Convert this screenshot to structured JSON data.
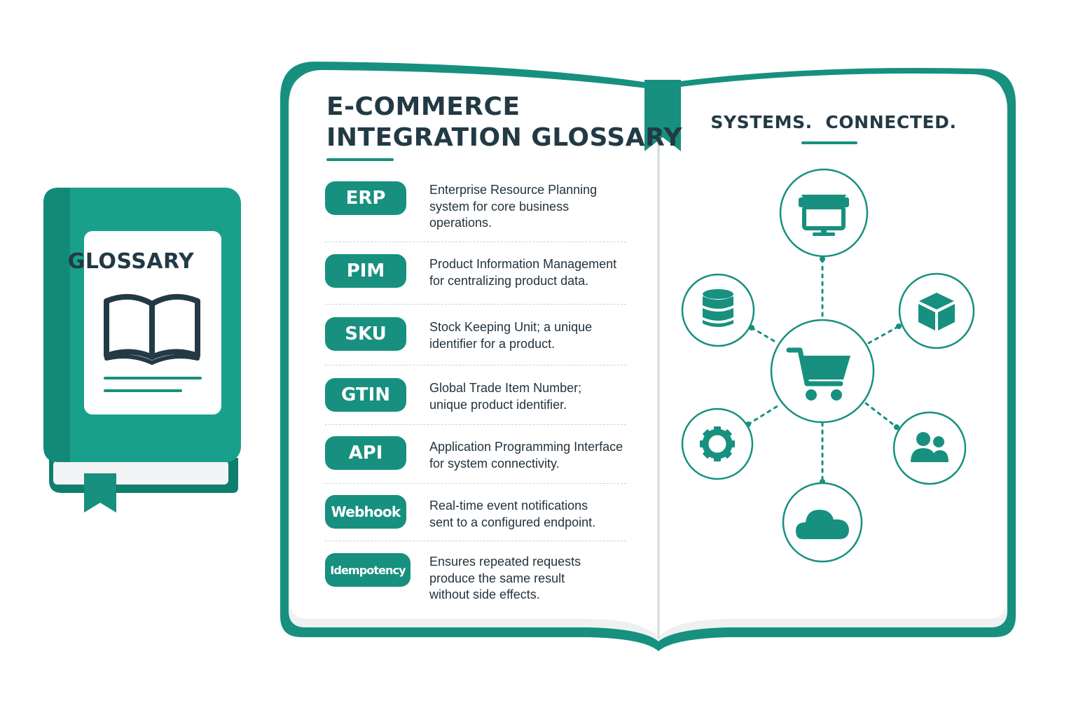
{
  "closed_book": {
    "cover_label": "GLOSSARY",
    "icons": [
      "open-book-icon",
      "bookmark-ribbon-icon"
    ]
  },
  "glossary": {
    "title_line1": "E-COMMERCE",
    "title_line2": "INTEGRATION GLOSSARY",
    "terms": [
      {
        "term": "ERP",
        "definition": "Enterprise Resource Planning system for core business operations."
      },
      {
        "term": "PIM",
        "definition": "Product Information Management for centralizing product data."
      },
      {
        "term": "SKU",
        "definition": "Stock Keeping Unit; a unique identifier for a product."
      },
      {
        "term": "GTIN",
        "definition": "Global Trade Item Number; unique product identifier."
      },
      {
        "term": "API",
        "definition": "Application Programming Interface for system connectivity."
      },
      {
        "term": "Webhook",
        "definition": "Real-time event notifications sent to a configured endpoint."
      },
      {
        "term": "Idempotency",
        "definition": "Ensures repeated requests produce the same result without side effects."
      }
    ]
  },
  "network": {
    "heading": "SYSTEMS.  CONNECTED.",
    "hub_icon": "shopping-cart-icon",
    "nodes": [
      "storefront-icon",
      "database-icon",
      "package-icon",
      "gear-icon",
      "users-icon",
      "cloud-icon"
    ]
  },
  "colors": {
    "teal": "#17907f",
    "teal_dark": "#0f7e6c",
    "text_dark": "#233a45",
    "page_bg": "#ffffff"
  }
}
